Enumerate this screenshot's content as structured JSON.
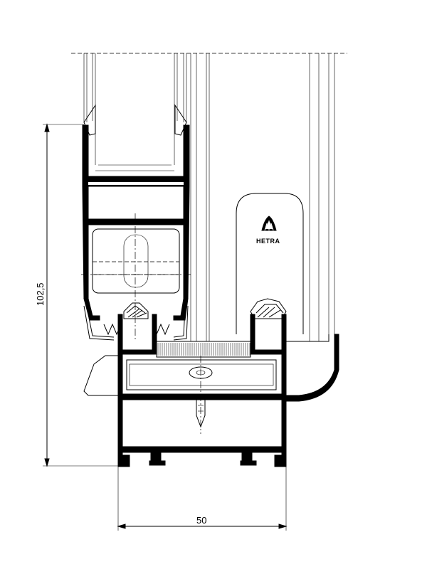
{
  "dimensions": {
    "height_label": "102,5",
    "width_label": "50"
  },
  "brand": {
    "name": "HETRA"
  }
}
